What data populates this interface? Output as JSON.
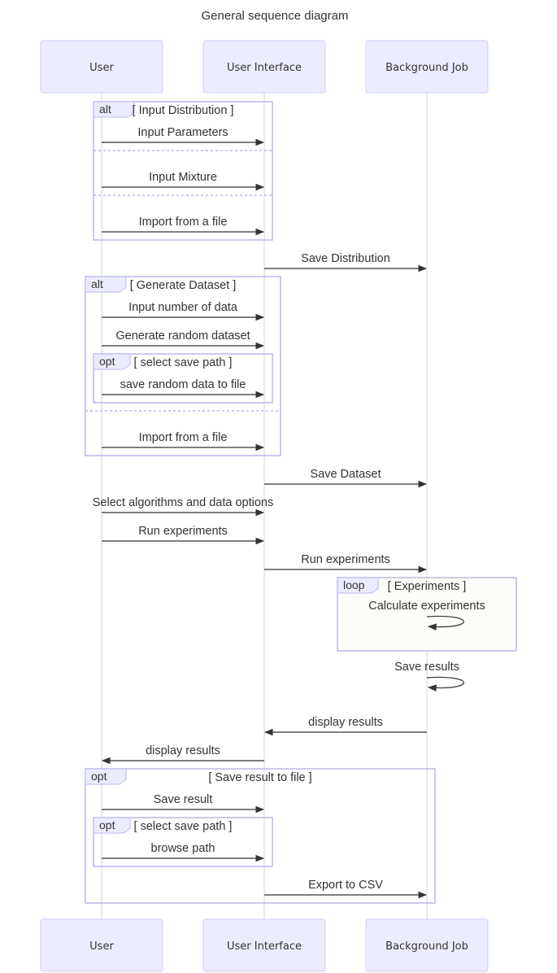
{
  "title": "General sequence diagram",
  "actors": [
    {
      "id": "user",
      "label": "User"
    },
    {
      "id": "ui",
      "label": "User Interface"
    },
    {
      "id": "job",
      "label": "Background Job"
    }
  ],
  "messages": [
    {
      "id": "m1",
      "from": "user",
      "to": "ui",
      "label": "Input Parameters"
    },
    {
      "id": "m2",
      "from": "user",
      "to": "ui",
      "label": "Input Mixture"
    },
    {
      "id": "m3",
      "from": "user",
      "to": "ui",
      "label": "Import from a file"
    },
    {
      "id": "m4",
      "from": "ui",
      "to": "job",
      "label": "Save Distribution"
    },
    {
      "id": "m5",
      "from": "user",
      "to": "ui",
      "label": "Input number of data"
    },
    {
      "id": "m6",
      "from": "user",
      "to": "ui",
      "label": "Generate random dataset"
    },
    {
      "id": "m7",
      "from": "user",
      "to": "ui",
      "label": "save random data to file"
    },
    {
      "id": "m8",
      "from": "user",
      "to": "ui",
      "label": "Import from a file"
    },
    {
      "id": "m9",
      "from": "ui",
      "to": "job",
      "label": "Save Dataset"
    },
    {
      "id": "m10",
      "from": "user",
      "to": "ui",
      "label": "Select algorithms and data options"
    },
    {
      "id": "m11",
      "from": "user",
      "to": "ui",
      "label": "Run experiments"
    },
    {
      "id": "m12",
      "from": "ui",
      "to": "job",
      "label": "Run experiments"
    },
    {
      "id": "m13",
      "from": "job",
      "to": "job",
      "label": "Calculate experiments"
    },
    {
      "id": "m14",
      "from": "job",
      "to": "job",
      "label": "Save results"
    },
    {
      "id": "m15",
      "from": "job",
      "to": "ui",
      "label": "display results"
    },
    {
      "id": "m16",
      "from": "ui",
      "to": "user",
      "label": "display results"
    },
    {
      "id": "m17",
      "from": "user",
      "to": "ui",
      "label": "Save result"
    },
    {
      "id": "m18",
      "from": "user",
      "to": "ui",
      "label": "browse path"
    },
    {
      "id": "m19",
      "from": "ui",
      "to": "job",
      "label": "Export to CSV"
    }
  ],
  "fragments": [
    {
      "id": "f1",
      "kind": "alt",
      "label": "[ Input Distribution ]"
    },
    {
      "id": "f2",
      "kind": "alt",
      "label": "[ Generate Dataset ]"
    },
    {
      "id": "f3",
      "kind": "opt",
      "label": "[ select save path ]"
    },
    {
      "id": "f4",
      "kind": "loop",
      "label": "[ Experiments ]"
    },
    {
      "id": "f5",
      "kind": "opt",
      "label": "[ Save result to file ]"
    },
    {
      "id": "f6",
      "kind": "opt",
      "label": "[ select save path ]"
    }
  ]
}
